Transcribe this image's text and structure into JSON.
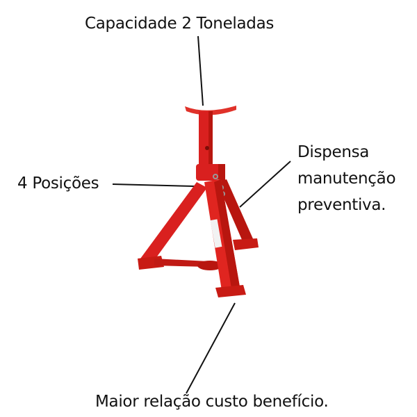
{
  "annotations": {
    "capacity": "Capacidade 2 Toneladas",
    "positions": "4 Posições",
    "maintenance": [
      "Dispensa",
      "manutenção",
      "preventiva."
    ],
    "value": "Maior relação custo benefício."
  },
  "colors": {
    "product_red": "#d9201f",
    "shadow_red": "#a8140f",
    "line": "#111111"
  }
}
